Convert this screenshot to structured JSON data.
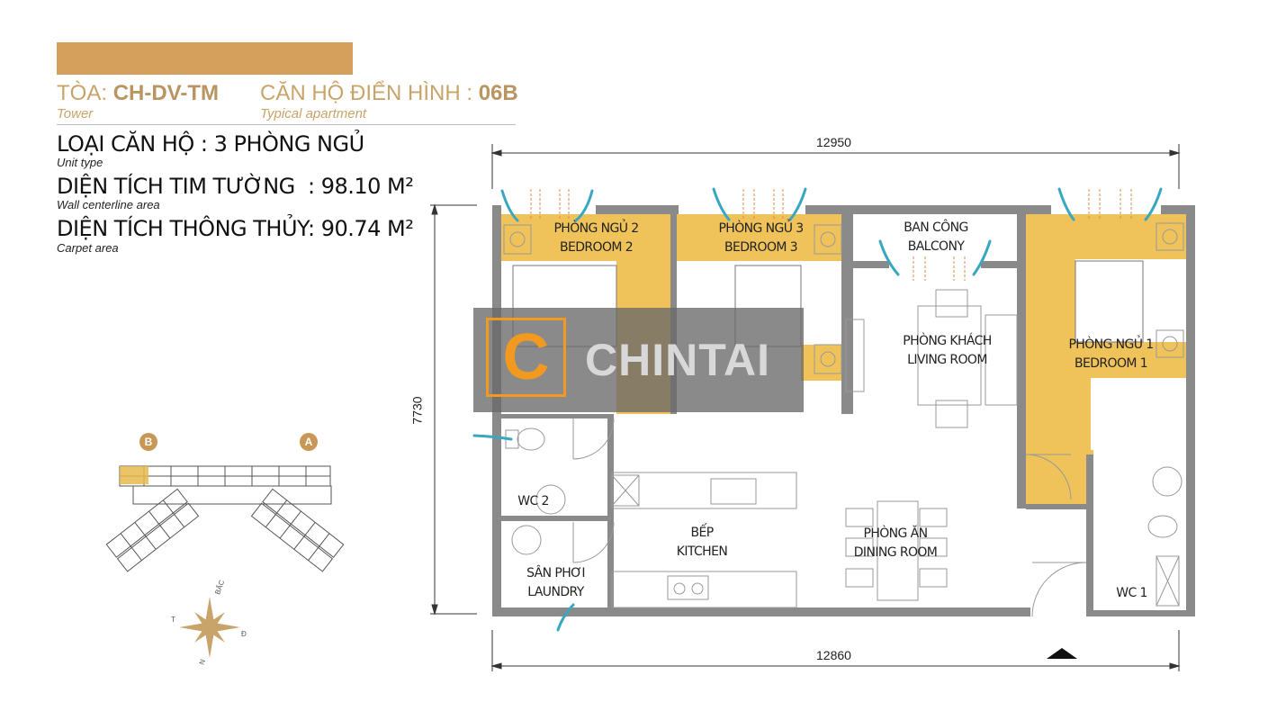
{
  "header": {
    "tower_label": "TÒA:",
    "tower_value": "CH-DV-TM",
    "tower_en": "Tower",
    "apartment_label": "CĂN HỘ ĐIỂN HÌNH :",
    "apartment_value": "06B",
    "apartment_en": "Typical apartment"
  },
  "specs": [
    {
      "label": "LOẠI CĂN HỘ : 3 PHÒNG NGỦ",
      "en": "Unit type"
    },
    {
      "label": "DIỆN TÍCH TIM TƯỜNG",
      "value": ": 98.10 M²",
      "en": "Wall centerline area"
    },
    {
      "label": "DIỆN TÍCH THÔNG THỦY",
      "value": ": 90.74 M²",
      "en": "Carpet area"
    }
  ],
  "key_plan": {
    "marker_b": "B",
    "marker_a": "A"
  },
  "compass": {
    "north": "BẮC",
    "west": "T",
    "east": "Đ",
    "south": "N"
  },
  "dimensions": {
    "top": "12950",
    "bottom": "12860",
    "left": "7730"
  },
  "rooms": [
    {
      "vi": "PHÒNG NGỦ 2",
      "en": "BEDROOM 2"
    },
    {
      "vi": "PHÒNG NGỦ 3",
      "en": "BEDROOM 3"
    },
    {
      "vi": "BAN CÔNG",
      "en": "BALCONY"
    },
    {
      "vi": "PHÒNG KHÁCH",
      "en": "LIVING ROOM"
    },
    {
      "vi": "PHÒNG NGỦ 1",
      "en": "BEDROOM 1"
    },
    {
      "vi": "WC 2",
      "en": ""
    },
    {
      "vi": "BẾP",
      "en": "KITCHEN"
    },
    {
      "vi": "PHÒNG ĂN",
      "en": "DINING ROOM"
    },
    {
      "vi": "SÂN PHƠI",
      "en": "LAUNDRY"
    },
    {
      "vi": "WC 1",
      "en": ""
    }
  ],
  "watermark": {
    "letter": "C",
    "text": "CHINTAI"
  },
  "colors": {
    "gold": "#c9a46a",
    "bar": "#d4a05c",
    "room_highlight": "#f0c35a",
    "wall": "#8a8a8a",
    "airflow": "#3aa7c0",
    "watermark_orange": "#f29a1f"
  }
}
